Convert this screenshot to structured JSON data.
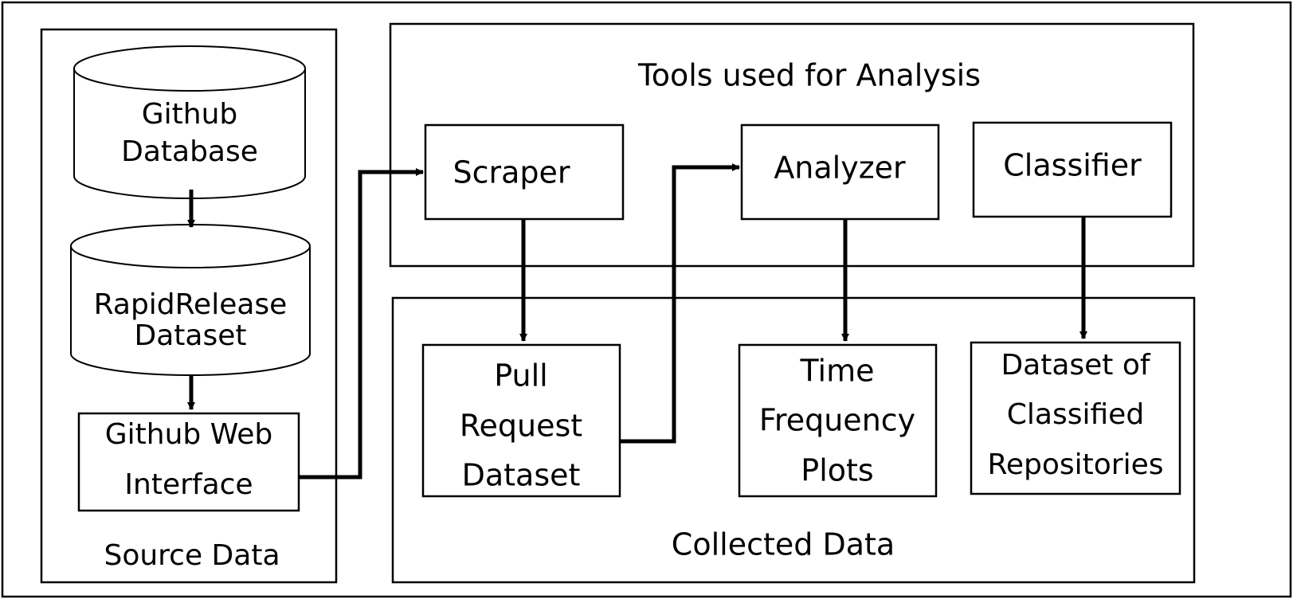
{
  "source_panel": {
    "title": "Source Data"
  },
  "tools_panel": {
    "title": "Tools used for Analysis"
  },
  "collected_panel": {
    "title": "Collected Data"
  },
  "nodes": {
    "github_database": {
      "lines": [
        "Github",
        "Database"
      ]
    },
    "rapidrelease_dataset": {
      "lines": [
        "RapidRelease",
        "Dataset"
      ]
    },
    "github_web_interface": {
      "lines": [
        "Github Web",
        "Interface"
      ]
    },
    "scraper": {
      "lines": [
        "Scraper"
      ]
    },
    "analyzer": {
      "lines": [
        "Analyzer"
      ]
    },
    "classifier": {
      "lines": [
        "Classifier"
      ]
    },
    "pull_request_dataset": {
      "lines": [
        "Pull",
        "Request",
        "Dataset"
      ]
    },
    "time_frequency_plots": {
      "lines": [
        "Time",
        "Frequency",
        "Plots"
      ]
    },
    "classified_repositories": {
      "lines": [
        "Dataset of",
        "Classified",
        "Repositories"
      ]
    }
  },
  "colors": {
    "stroke": "#000000",
    "background": "#ffffff"
  }
}
